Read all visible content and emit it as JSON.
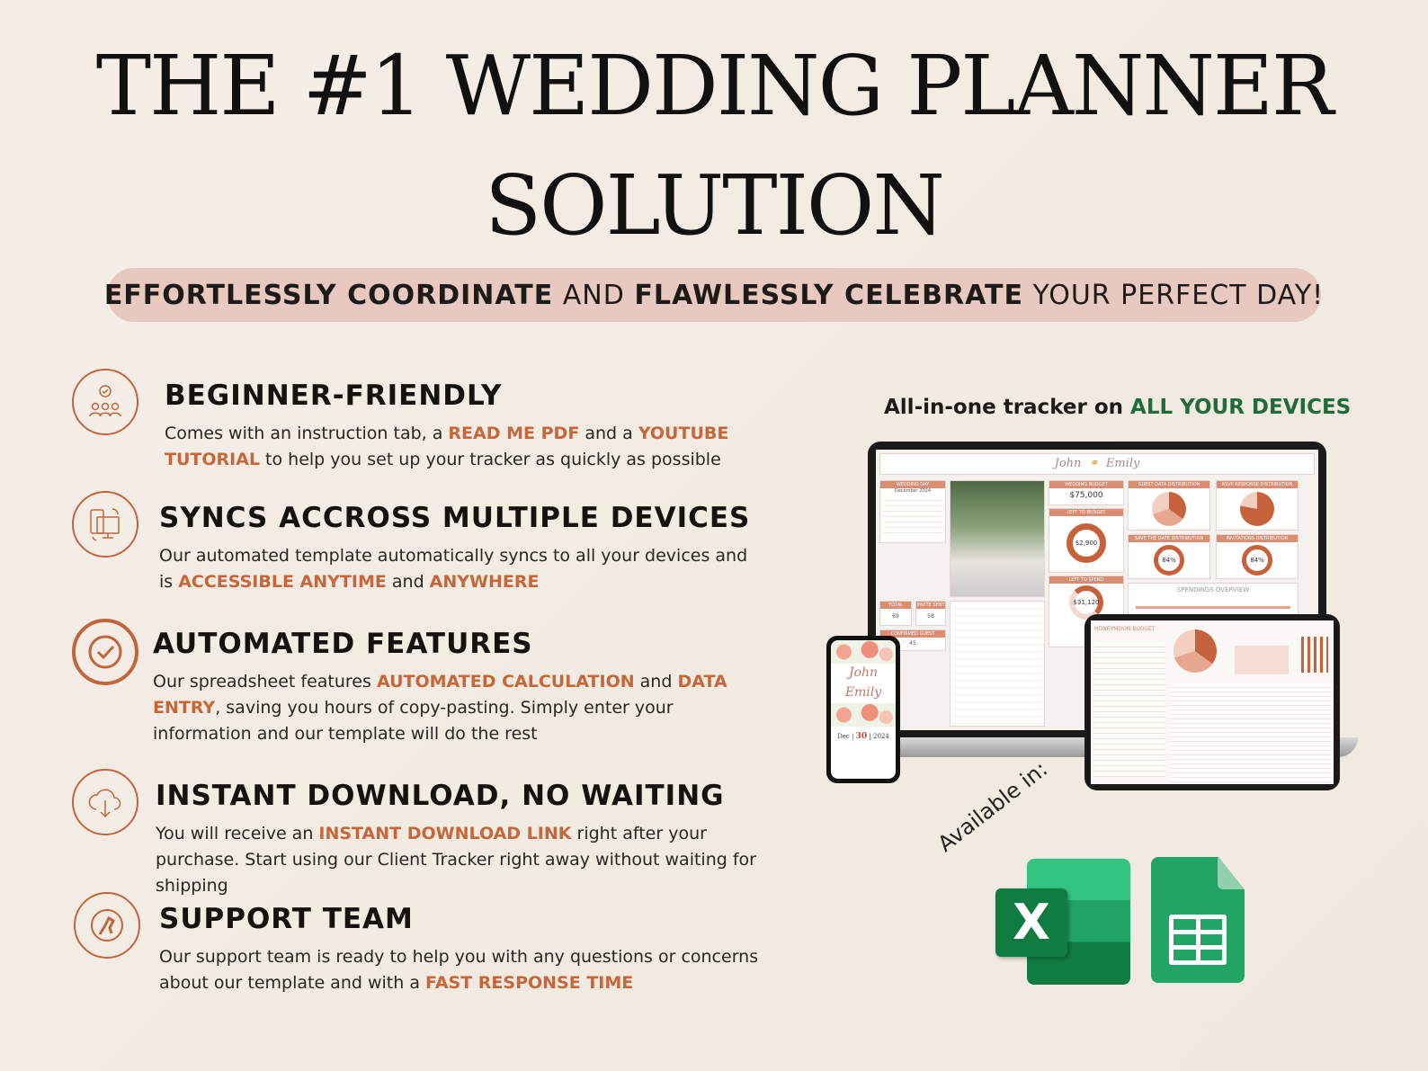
{
  "header": {
    "title_line1": "THE #1 WEDDING PLANNER",
    "title_line2": "SOLUTION"
  },
  "banner": {
    "part1": "EFFORTLESSLY COORDINATE",
    "part2": " AND ",
    "part3": "FLAWLESSLY CELEBRATE",
    "part4": " YOUR PERFECT DAY!"
  },
  "features": [
    {
      "icon": "badge-team-icon",
      "title": "BEGINNER-FRIENDLY",
      "t1": "Comes with an instruction tab, a ",
      "h1": "READ ME PDF",
      "t2": " and a ",
      "h2": "YOUTUBE TUTORIAL",
      "t3": " to help you set up your tracker as quickly as possible"
    },
    {
      "icon": "sync-devices-icon",
      "title": "SYNCS ACCROSS MULTIPLE DEVICES",
      "t1": "Our automated template automatically syncs to all your devices and is ",
      "h1": "ACCESSIBLE ANYTIME",
      "t2": " and ",
      "h2": "ANYWHERE"
    },
    {
      "icon": "check-gear-icon",
      "title": "AUTOMATED FEATURES",
      "t1": "Our spreadsheet features ",
      "h1": "AUTOMATED CALCULATION",
      "t2": " and ",
      "h2": "DATA ENTRY",
      "t3": ", saving you hours of copy-pasting. Simply enter your information and our template will do the rest"
    },
    {
      "icon": "cloud-download-icon",
      "title": "INSTANT DOWNLOAD, NO WAITING",
      "t1": "You will receive an ",
      "h1": "INSTANT DOWNLOAD LINK",
      "t2": " right after your purchase. Start using our Client Tracker right away without waiting for shipping"
    },
    {
      "icon": "support-hand-icon",
      "title": "SUPPORT TEAM",
      "t1": "Our support team is ready to help you with any questions or concerns about our template and with a ",
      "h1": "FAST RESPONSE TIME"
    }
  ],
  "devices": {
    "heading_a": "All-in-one tracker on ",
    "heading_b": "ALL YOUR DEVICES",
    "laptop": {
      "name1": "John",
      "name2": "Emily",
      "budget_label": "WEDDING BUDGET",
      "budget": "$75,000",
      "left_budget_label": "LEFT TO BUDGET",
      "left_budget": "$2,900",
      "left_spend_label": "LEFT TO SPEND",
      "left_spend": "$31,120",
      "std_label": "SAVE THE DATE DISTRIBUTION",
      "std": "84%",
      "inv_label": "INVITATIONS DISTRIBUTION",
      "inv": "84%",
      "guest_label": "GUEST DATA DISTRIBUTION",
      "rsvp_label": "RSVP RESPONSE DISTRIBUTION",
      "spend_label": "SPENDINGS OVERVIEW",
      "wedding_day_label": "WEDDING DAY",
      "month": "December 2024",
      "total_guest_label": "TOTAL GUEST",
      "total_guest": "69",
      "invite_sent_label": "INVITE SENT",
      "invite_sent": "58",
      "confirmed_label": "CONFIRMED GUEST",
      "confirmed": "45"
    },
    "phone": {
      "name1": "John",
      "name2": "Emily",
      "month": "Dec",
      "day": "30",
      "year": "2024"
    },
    "tablet": {
      "title": "HONEYMOON BUDGET"
    },
    "available": "Available in:",
    "colors": {
      "accent": "#c8663a",
      "green": "#1f6b3a",
      "excel": "#107c41",
      "sheets": "#21a464"
    }
  }
}
